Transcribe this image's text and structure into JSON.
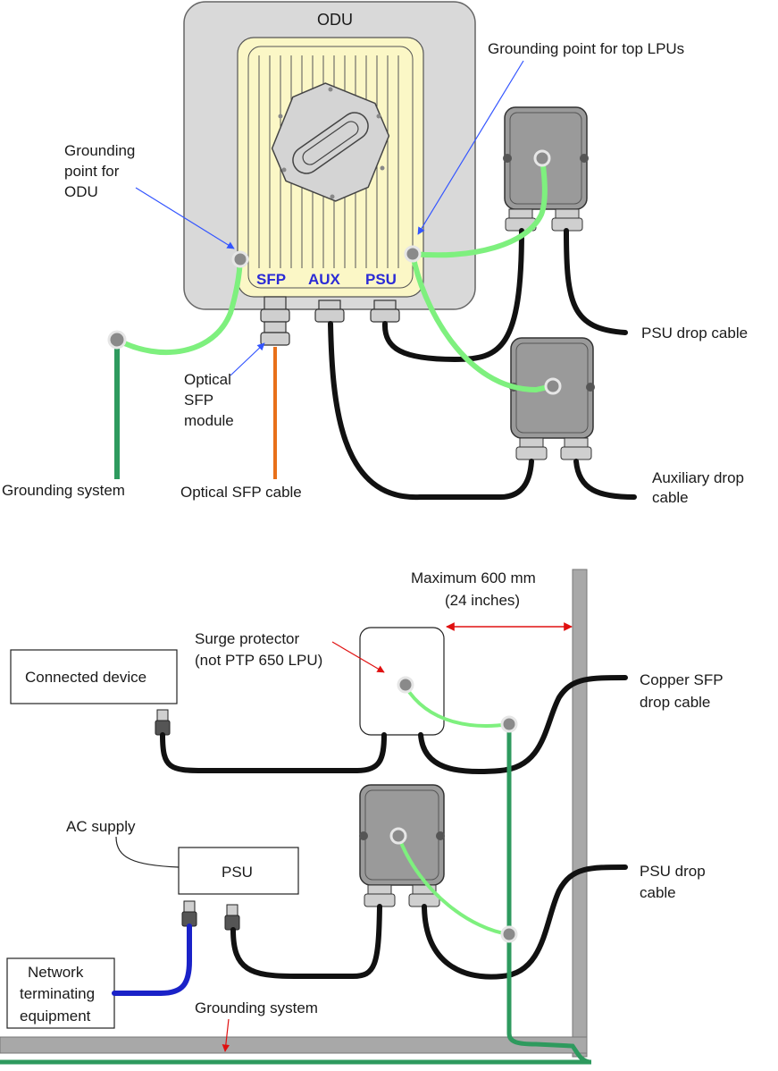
{
  "top": {
    "odu_label": "ODU",
    "ports": {
      "sfp": "SFP",
      "aux": "AUX",
      "psu": "PSU"
    },
    "labels": {
      "grounding_top_lpus": "Grounding point for top LPUs",
      "grounding_odu_1": "Grounding",
      "grounding_odu_2": "point for",
      "grounding_odu_3": "ODU",
      "optical_module_1": "Optical",
      "optical_module_2": "SFP",
      "optical_module_3": "module",
      "psu_drop": "PSU drop cable",
      "aux_drop_1": "Auxiliary drop",
      "aux_drop_2": "cable",
      "grounding_system": "Grounding system",
      "optical_cable": "Optical SFP cable"
    }
  },
  "bottom": {
    "labels": {
      "max_1": "Maximum 600 mm",
      "max_2": "(24 inches)",
      "surge_1": "Surge protector",
      "surge_2": "(not PTP 650 LPU)",
      "connected_device": "Connected device",
      "copper_1": "Copper SFP",
      "copper_2": "drop cable",
      "ac_supply": "AC supply",
      "psu_box": "PSU",
      "psu_drop_1": "PSU drop",
      "psu_drop_2": "cable",
      "network_1": "Network",
      "network_2": "terminating",
      "network_3": "equipment",
      "grounding_system": "Grounding system"
    }
  },
  "colors": {
    "ground_light": "#7ef07e",
    "ground_dark": "#2e9a5e",
    "cable_black": "#111111",
    "fiber_orange": "#e8701a",
    "ethernet_blue": "#1a22c8",
    "arrow_blue": "#3355ff",
    "arrow_red": "#e01010",
    "odu_grey": "#d9d9d9",
    "odu_yellow": "#fbf7c6",
    "port_text": "#2b2bd6",
    "lpu_grey": "#9a9a9a"
  }
}
